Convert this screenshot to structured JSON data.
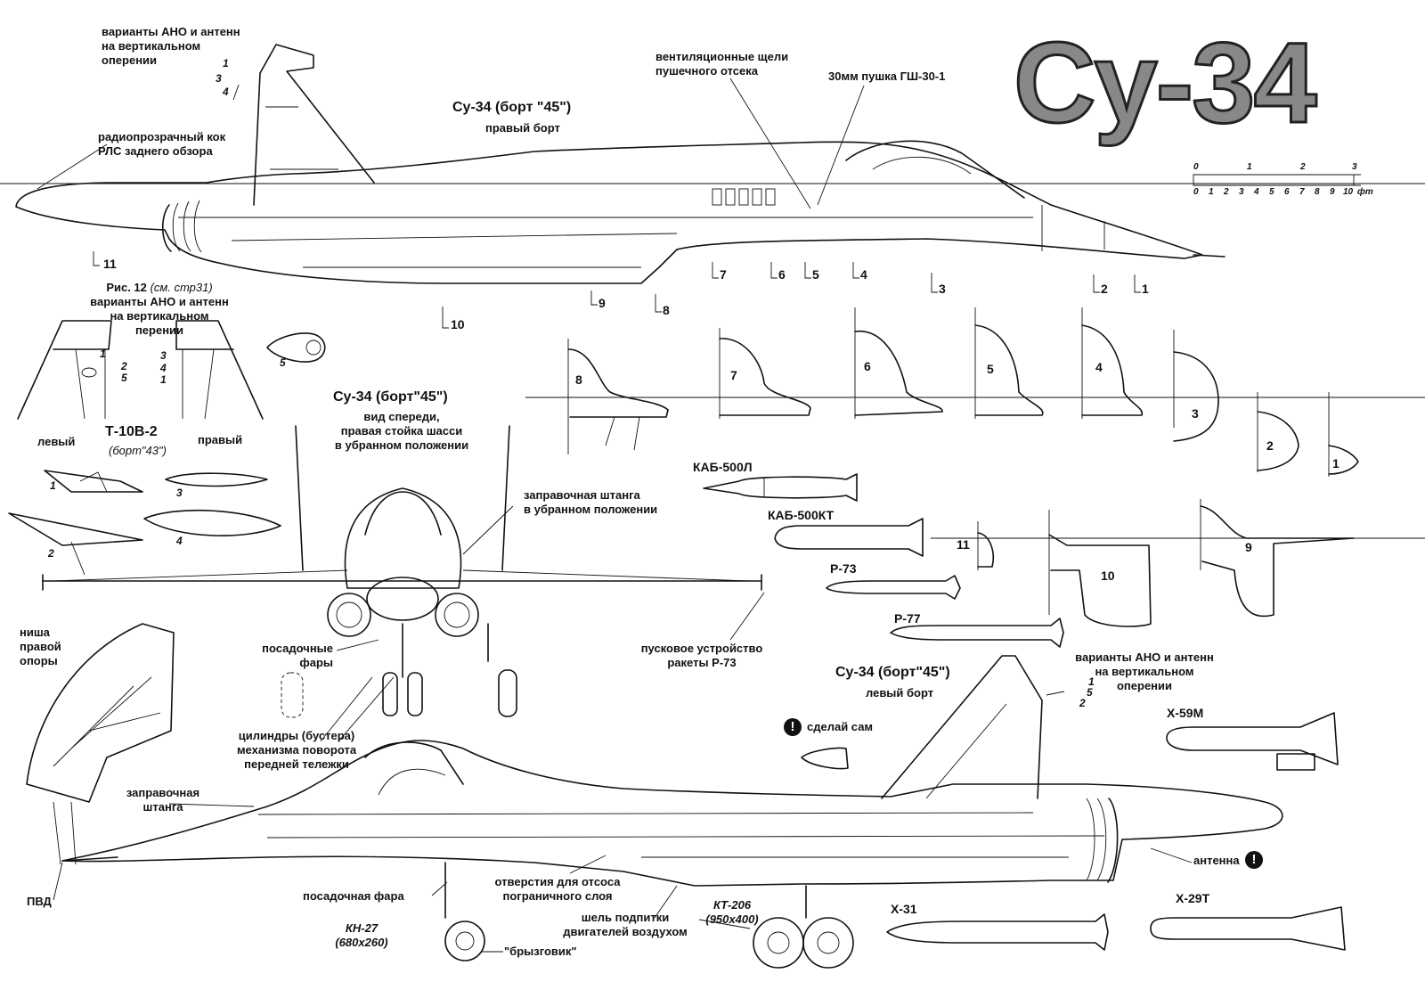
{
  "title": "Су-34",
  "side_view_right": {
    "title": "Су-34 (борт \"45\")",
    "subtitle": "правый борт",
    "labels": {
      "ano_fin": "варианты АНО и антенн\nна вертикальном\nоперении",
      "radome_tail": "радиопрозрачный кок\nРЛС заднего обзора",
      "vent_slots": "вентиляционные щели\nпушечного отсека",
      "gun": "30мм пушка ГШ-30-1"
    },
    "fin_variant_numbers": [
      "1",
      "3",
      "4"
    ],
    "station_marks": [
      "11",
      "10",
      "9",
      "8",
      "7",
      "6",
      "5",
      "4",
      "3",
      "2",
      "1"
    ]
  },
  "fig12": {
    "caption_bold": "Рис. 12",
    "caption_ref": "(см. стр31)",
    "caption_rest": "варианты АНО и антенн\nна вертикальном\nперении",
    "left_label": "левый",
    "right_label": "правый",
    "left_numbers": [
      "1",
      "2",
      "5"
    ],
    "right_numbers": [
      "3",
      "4",
      "1"
    ],
    "item5": "5"
  },
  "t10": {
    "name": "Т-10В-2",
    "board": "(борт\"43\")",
    "numbers": [
      "1",
      "2",
      "3",
      "4"
    ]
  },
  "sections": [
    "8",
    "7",
    "6",
    "5",
    "4",
    "3",
    "2",
    "1",
    "11",
    "10",
    "9"
  ],
  "front_view": {
    "title": "Су-34 (борт\"45\")",
    "subtitle": "вид спереди,\nправая стойка шасси\nв убранном положении",
    "labels": {
      "refuel_retracted": "заправочная штанга\nв убранном положении",
      "landing_lights": "посадочные\nфары",
      "launcher": "пусковое устройство\nракеты Р-73",
      "boosters": "цилиндры (бустера)\nмеханизма поворота\nпередней тележки",
      "gear_niche": "ниша\nправой\nопоры"
    }
  },
  "weapons": {
    "kab500l": "КАБ-500Л",
    "kab500kt": "КАБ-500КТ",
    "r73": "Р-73",
    "r77": "Р-77",
    "x59m": "Х-59М",
    "x31": "Х-31",
    "x29t": "Х-29Т"
  },
  "side_view_left": {
    "title": "Су-34 (борт\"45\")",
    "subtitle": "левый борт",
    "labels": {
      "ano_fin": "варианты АНО и антенн\nна вертикальном\nоперении",
      "diy": "сделай сам",
      "refuel_probe": "заправочная\nштанга",
      "pitot": "ПВД",
      "landing_light": "посадочная фара",
      "boundary_holes": "отверстия для отсоса\nпограничного слоя",
      "intake_slot": "шель подпитки\nдвигателей воздухом",
      "antenna": "антенна",
      "splash_guard": "\"брызговик\""
    },
    "fin_variant_numbers": [
      "1",
      "5",
      "2"
    ],
    "wheels": {
      "kn27": "КН-27",
      "kn27_size": "(680х260)",
      "kt206": "КТ-206",
      "kt206_size": "(950х400)"
    }
  },
  "scale_bar": {
    "top_ticks": [
      "0",
      "1",
      "2",
      "3"
    ],
    "bottom_ticks": [
      "0",
      "1",
      "2",
      "3",
      "4",
      "5",
      "6",
      "7",
      "8",
      "9",
      "10"
    ],
    "unit": "фт"
  },
  "colors": {
    "ink": "#111111",
    "title_fill": "#888888"
  }
}
